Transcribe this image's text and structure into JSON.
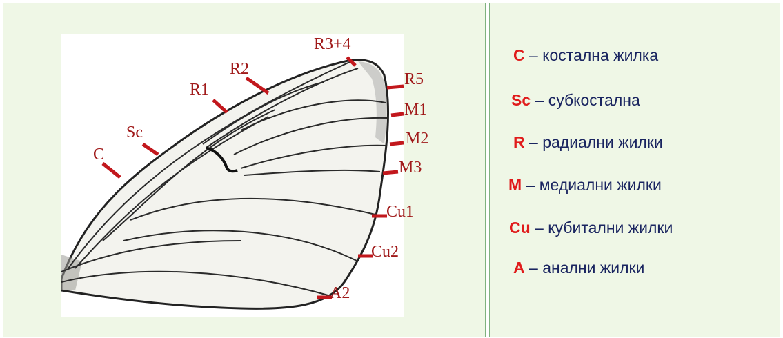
{
  "wing_labels": {
    "C": "C",
    "Sc": "Sc",
    "R1": "R1",
    "R2": "R2",
    "R3_4": "R3+4",
    "R5": "R5",
    "M1": "M1",
    "M2": "M2",
    "M3": "M3",
    "Cu1": "Cu1",
    "Cu2": "Cu2",
    "A2": "A2"
  },
  "legend": {
    "items": [
      {
        "abbr": "C",
        "text": " – костална жилка"
      },
      {
        "abbr": "Sc",
        "text": " – субкостална"
      },
      {
        "abbr": "R",
        "text": " – радиални жилки"
      },
      {
        "abbr": "M",
        "text": " – медиални жилки"
      },
      {
        "abbr": "Cu",
        "text": " – кубитални жилки"
      },
      {
        "abbr": "A",
        "text": " – анални жилки"
      }
    ]
  },
  "colors": {
    "panel_bg": "#eff7e6",
    "panel_border": "#7fb27f",
    "label_red": "#a01a1a",
    "abbr_red": "#e01b1b",
    "legend_text": "#1a2560"
  }
}
